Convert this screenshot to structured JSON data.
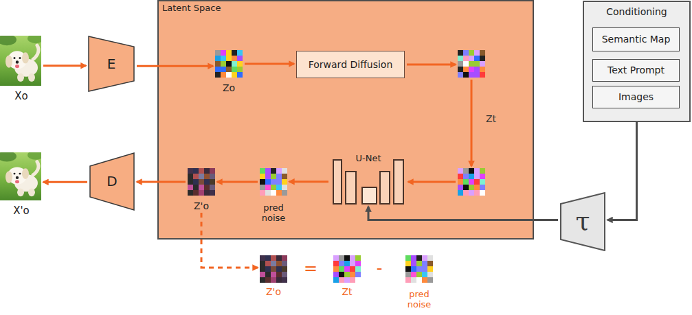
{
  "diagram": {
    "nodes": [
      {
        "text": [
          "Xo"
        ]
      },
      {
        "text": [
          "E"
        ]
      },
      {
        "text": [
          "Latent Space"
        ]
      },
      {
        "text": [
          "Zo"
        ],
        "in": 2
      },
      {
        "text": [
          "Forward Diffusion"
        ],
        "in": 2
      },
      {
        "text": [],
        "in": 2
      },
      {
        "text": [],
        "in": 2
      },
      {
        "text": [
          "U-Net"
        ],
        "in": 2
      },
      {
        "text": [
          "pred noise"
        ],
        "in": 2
      },
      {
        "text": [
          "Z'o"
        ],
        "in": 2
      },
      {
        "text": [
          "Conditioning"
        ]
      },
      {
        "text": [
          "Semantic Map"
        ],
        "in": 10
      },
      {
        "text": [
          "Text Prompt"
        ],
        "in": 10
      },
      {
        "text": [
          "Images"
        ],
        "in": 10
      },
      {
        "text": [
          "X'o"
        ]
      },
      {
        "text": [
          "D"
        ]
      },
      {
        "text": [
          "τ"
        ]
      },
      {
        "text": [
          "Z'o"
        ]
      },
      {
        "text": [
          "Zt"
        ]
      },
      {
        "text": [
          "pred noise"
        ]
      }
    ],
    "edges": [
      {
        "from": 0,
        "to": 1,
        "arrow": "to"
      },
      {
        "from": 1,
        "to": 3,
        "arrow": "to"
      },
      {
        "from": 3,
        "to": 4,
        "arrow": "to"
      },
      {
        "from": 4,
        "to": 5,
        "arrow": "to"
      },
      {
        "from": 5,
        "to": 6,
        "label": "Zt",
        "arrow": "to"
      },
      {
        "from": 6,
        "to": 7,
        "arrow": "to"
      },
      {
        "from": 7,
        "to": 8,
        "arrow": "to"
      },
      {
        "from": 8,
        "to": 9,
        "arrow": "to"
      },
      {
        "from": 9,
        "to": 15,
        "arrow": "to"
      },
      {
        "from": 15,
        "to": 14,
        "arrow": "to"
      },
      {
        "from": 10,
        "to": 16,
        "arrow": "to"
      },
      {
        "from": 16,
        "to": 7,
        "arrow": "to"
      },
      {
        "from": 9,
        "to": 17,
        "arrow": "to"
      }
    ],
    "labels": [
      "=",
      "-"
    ]
  }
}
